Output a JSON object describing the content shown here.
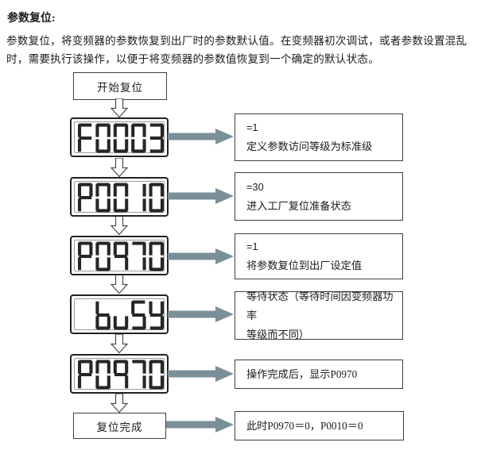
{
  "doc": {
    "title": "参数复位:",
    "paragraph_lines": [
      "参数复位，将变频器的参数恢复到出厂时的参数默认值。在变频器初次调试，或者参数设置混乱",
      "时，需要执行该操作，以便于将变频器的参数值恢复到一个确定的默认状态。"
    ]
  },
  "flow": {
    "start_label": "开始复位",
    "end_label": "复位完成",
    "steps": [
      {
        "display": "F0003",
        "note_line1": "=1",
        "note_line2": "定义参数访问等级为标准级"
      },
      {
        "display": "P0010",
        "note_line1": "=30",
        "note_line2": "进入工厂复位准备状态"
      },
      {
        "display": "P0970",
        "note_line1": "=1",
        "note_line2": "将参数复位到出厂设定值"
      },
      {
        "display": "buSY",
        "note_line1": "等待状态（等待时间因变频器功率",
        "note_line2": "等级而不同）"
      },
      {
        "display": "P0970",
        "note_line1": "操作完成后，显示P0970"
      }
    ],
    "end_note": "此时P0970＝0，P0010＝0",
    "colors": {
      "arrow": "#7b8f99",
      "segment": "#262626",
      "box_border": "#3f3f3f"
    }
  }
}
